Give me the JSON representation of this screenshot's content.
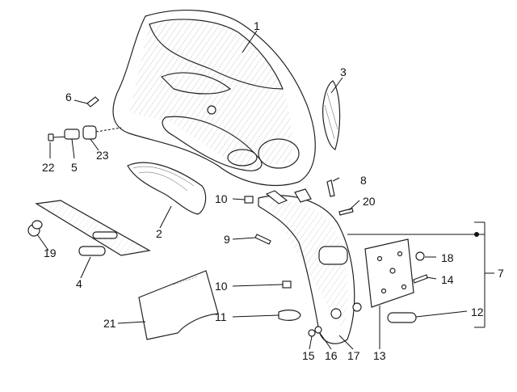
{
  "callouts": [
    {
      "label": "1"
    },
    {
      "label": "2"
    },
    {
      "label": "3"
    },
    {
      "label": "4"
    },
    {
      "label": "5"
    },
    {
      "label": "6"
    },
    {
      "label": "7"
    },
    {
      "label": "8"
    },
    {
      "label": "9"
    },
    {
      "label": "10"
    },
    {
      "label": "10"
    },
    {
      "label": "11"
    },
    {
      "label": "12"
    },
    {
      "label": "13"
    },
    {
      "label": "14"
    },
    {
      "label": "15"
    },
    {
      "label": "16"
    },
    {
      "label": "17"
    },
    {
      "label": "18"
    },
    {
      "label": "19"
    },
    {
      "label": "20"
    },
    {
      "label": "21"
    },
    {
      "label": "22"
    },
    {
      "label": "23"
    }
  ]
}
